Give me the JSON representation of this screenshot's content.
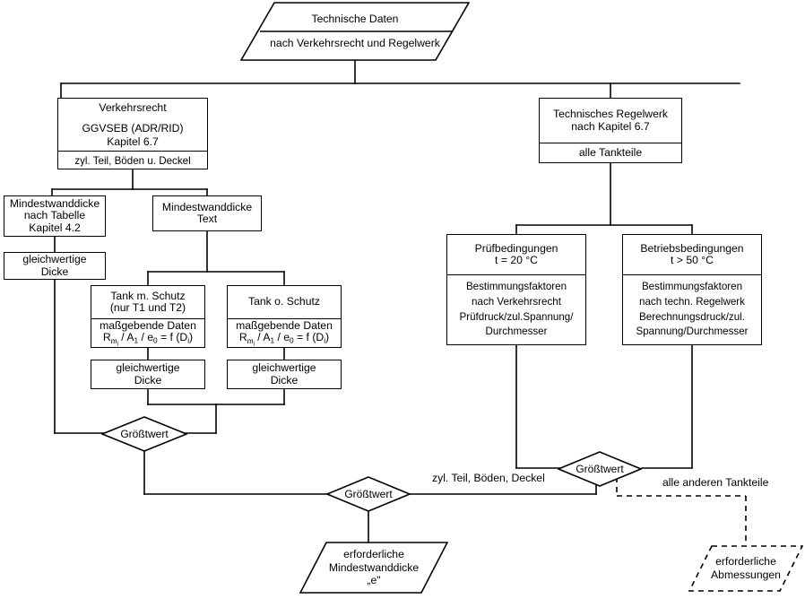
{
  "diagram": {
    "title_shape": {
      "line1": "Technische Daten",
      "line2": "nach Verkehrsrecht und Regelwerk"
    },
    "left_branch": {
      "header": {
        "line1": "Verkehrsrecht",
        "line2": "GGVSEB (ADR/RID)",
        "line3": "Kapitel 6.7",
        "footer": "zyl. Teil, Böden u. Deckel"
      },
      "min_wall_table": {
        "line1": "Mindestwanddicke",
        "line2": "nach Tabelle",
        "line3": "Kapitel 4.2"
      },
      "equiv_thickness_table": {
        "line1": "gleichwertige",
        "line2": "Dicke"
      },
      "min_wall_text": {
        "line1": "Mindestwanddicke",
        "line2": "Text"
      },
      "tank_protected": {
        "line1": "Tank m. Schutz",
        "line2": "(nur T1 und T2)",
        "data_line1": "maßgebende Daten",
        "data_formula_a": "R",
        "data_formula_a_sub": "m",
        "data_formula_rest": " / A",
        "data_formula_rest_sub": "1",
        "data_formula_rest2": " / e",
        "data_formula_rest2_sub": "0",
        "data_formula_rest3": " = f (D",
        "data_formula_rest3_sub": "i",
        "data_formula_end": ")"
      },
      "tank_unprotected": {
        "line1": "Tank o. Schutz",
        "line2": "",
        "data_line1": "maßgebende Daten"
      },
      "equiv_thickness_protected": {
        "line1": "gleichwertige",
        "line2": "Dicke"
      },
      "equiv_thickness_unprotected": {
        "line1": "gleichwertige",
        "line2": "Dicke"
      }
    },
    "right_branch": {
      "header": {
        "line1": "Technisches Regelwerk",
        "line2": "nach Kapitel 6.7",
        "footer": "alle Tankteile"
      },
      "test_conditions": {
        "line1": "Prüfbedingungen",
        "line2": "t = 20 °C",
        "body1": "Bestimmungsfaktoren",
        "body2": "nach Verkehrsrecht",
        "body3": "Prüfdruck/zul.Spannung/",
        "body4": "Durchmesser"
      },
      "operating_conditions": {
        "line1": "Betriebsbedingungen",
        "line2": "t > 50 °C",
        "body1": "Bestimmungsfaktoren",
        "body2": "nach techn. Regelwerk",
        "body3": "Berechnungsdruck/zul.",
        "body4": "Spannung/Durchmesser"
      }
    },
    "decisions": {
      "max_left": "Größtwert",
      "max_right": "Größtwert",
      "max_final": "Größtwert"
    },
    "edge_labels": {
      "cyl_parts": "zyl. Teil, Böden, Deckel",
      "other_parts_line1": "alle anderen",
      "other_parts_line2": "Tankteile"
    },
    "outputs": {
      "required_min_wall": {
        "line1": "erforderliche",
        "line2": "Mindestwanddicke",
        "line3": "„e\""
      },
      "required_dimensions": {
        "line1": "erforderliche",
        "line2": "Abmessungen"
      }
    },
    "colors": {
      "line": "#000000",
      "background": "#ffffff",
      "text": "#000000"
    }
  }
}
